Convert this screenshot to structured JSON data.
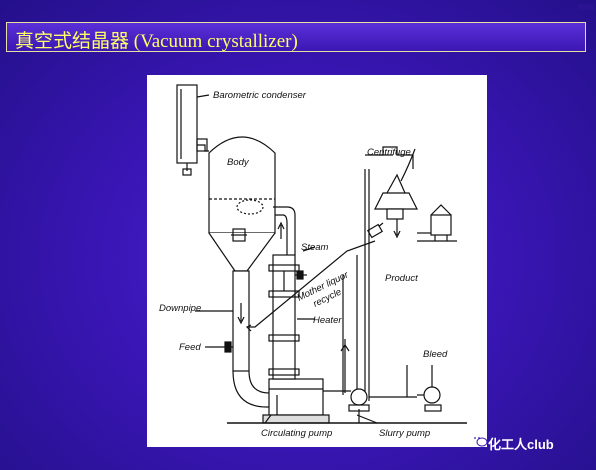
{
  "slide": {
    "title": "真空式结晶器 (Vacuum crystallizer)"
  },
  "diagram": {
    "labels": {
      "barometric_condenser": "Barometric condenser",
      "body": "Body",
      "centrifuge": "Centrifuge",
      "steam": "Steam",
      "mother_liquor": "Mother liquor",
      "recycle": "recycle",
      "product": "Product",
      "downpipe": "Downpipe",
      "heater": "Heater",
      "feed": "Feed",
      "bleed": "Bleed",
      "circulating_pump": "Circulating pump",
      "slurry_pump": "Slurry pump"
    }
  },
  "watermark": {
    "text": "化工人club",
    "icon": "wechat-icon"
  },
  "colors": {
    "background": "#3a16b6",
    "title_text": "#ffff66",
    "title_border": "#e8e0a0"
  }
}
